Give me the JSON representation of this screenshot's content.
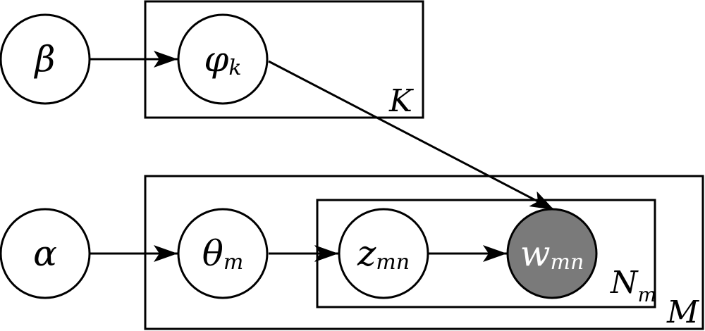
{
  "colors": {
    "stroke": "#000000",
    "node_fill": "#ffffff",
    "observed_fill": "#7a7a7a",
    "observed_text": "#ffffff"
  },
  "nodes": {
    "beta": {
      "label": "β",
      "sub": ""
    },
    "phi": {
      "label": "φ",
      "sub": "k"
    },
    "alpha": {
      "label": "α",
      "sub": ""
    },
    "theta": {
      "label": "θ",
      "sub": "m"
    },
    "z": {
      "label": "z",
      "sub": "mn"
    },
    "w": {
      "label": "w",
      "sub": "mn",
      "observed": true
    }
  },
  "plates": {
    "K": {
      "label": "K",
      "sub": ""
    },
    "M": {
      "label": "M",
      "sub": ""
    },
    "N": {
      "label": "N",
      "sub": "m"
    }
  },
  "edges": [
    {
      "from": "beta",
      "to": "phi"
    },
    {
      "from": "phi",
      "to": "w"
    },
    {
      "from": "alpha",
      "to": "theta"
    },
    {
      "from": "theta",
      "to": "z"
    },
    {
      "from": "z",
      "to": "w"
    }
  ]
}
